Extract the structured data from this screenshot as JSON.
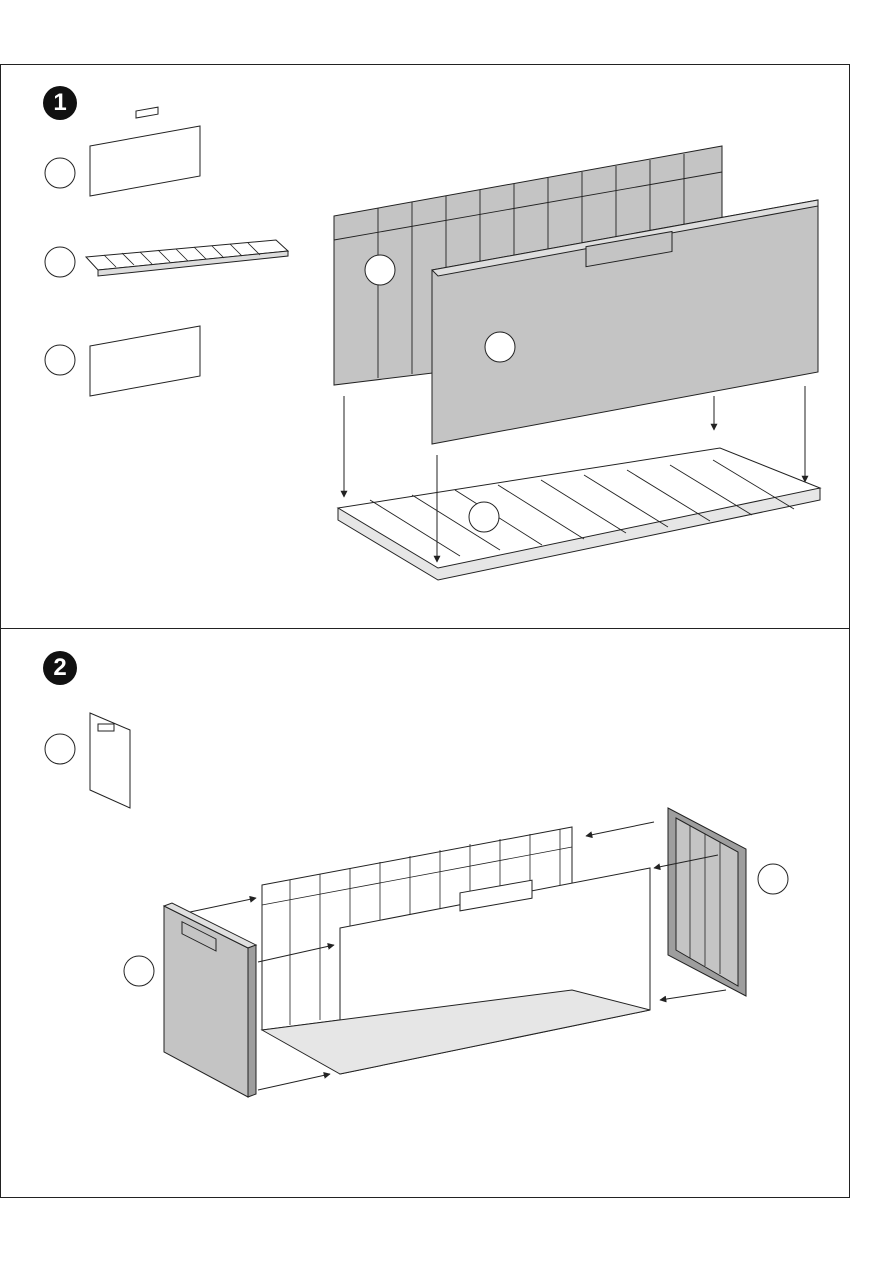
{
  "steps": [
    {
      "number": "1"
    },
    {
      "number": "2"
    }
  ],
  "colors": {
    "line": "#222222",
    "panel_fill": "#c4c4c4",
    "part_fill": "#b8b8b8",
    "paper": "#ffffff"
  },
  "icons": [
    "arrow-icon",
    "part-callout-circle"
  ]
}
